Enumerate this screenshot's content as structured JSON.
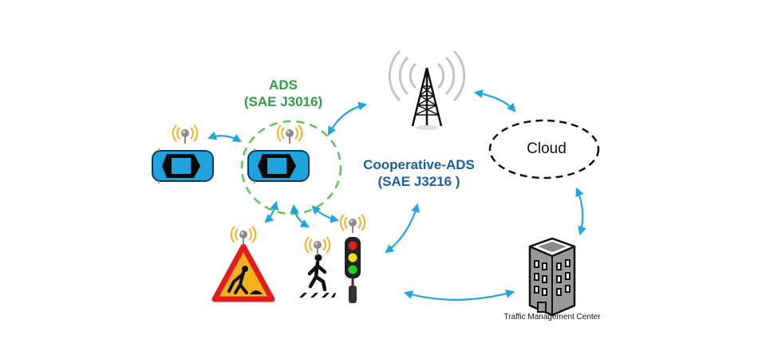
{
  "diagram": {
    "ads_label": {
      "line1": "ADS",
      "line2": "(SAE J3016)"
    },
    "cooperative_label": {
      "line1": "Cooperative-ADS",
      "line2": "(SAE J3216 )"
    },
    "cloud_label": "Cloud",
    "tmc_label": "Traffic Management Center",
    "colors": {
      "ads_green": "#2e9e44",
      "cooperative_blue": "#1a5fa3",
      "arrow_blue": "#1ea6e0",
      "car_blue": "#1fa3dc",
      "signal_orange": "#f5b01e",
      "dashed_green": "#5cc25a"
    },
    "nodes": [
      "car-left",
      "car-ads",
      "cell-tower",
      "cloud",
      "road-work-sign",
      "pedestrian-crossing",
      "traffic-light",
      "traffic-management-center"
    ]
  }
}
